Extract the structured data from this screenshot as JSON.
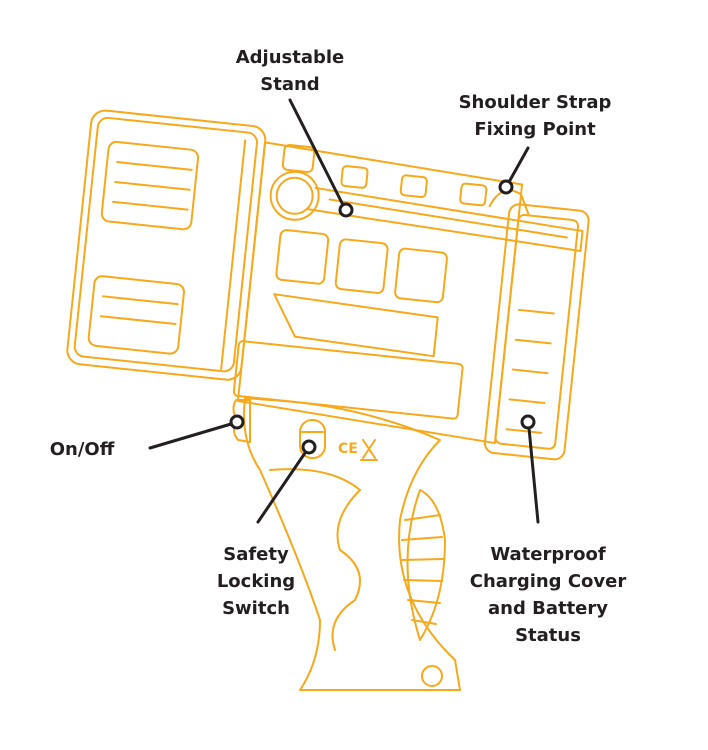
{
  "title": "Spotlight feature diagram",
  "colors": {
    "outline": "#f7a81b",
    "leader": "#231f20",
    "text": "#231f20"
  },
  "labels": {
    "adjustable_stand": "Adjustable\nStand",
    "shoulder_strap": "Shoulder Strap\nFixing Point",
    "on_off": "On/Off",
    "safety_switch": "Safety\nLocking\nSwitch",
    "charging_cover": "Waterproof\nCharging Cover\nand Battery\nStatus"
  },
  "markings": {
    "certification": "CE"
  }
}
